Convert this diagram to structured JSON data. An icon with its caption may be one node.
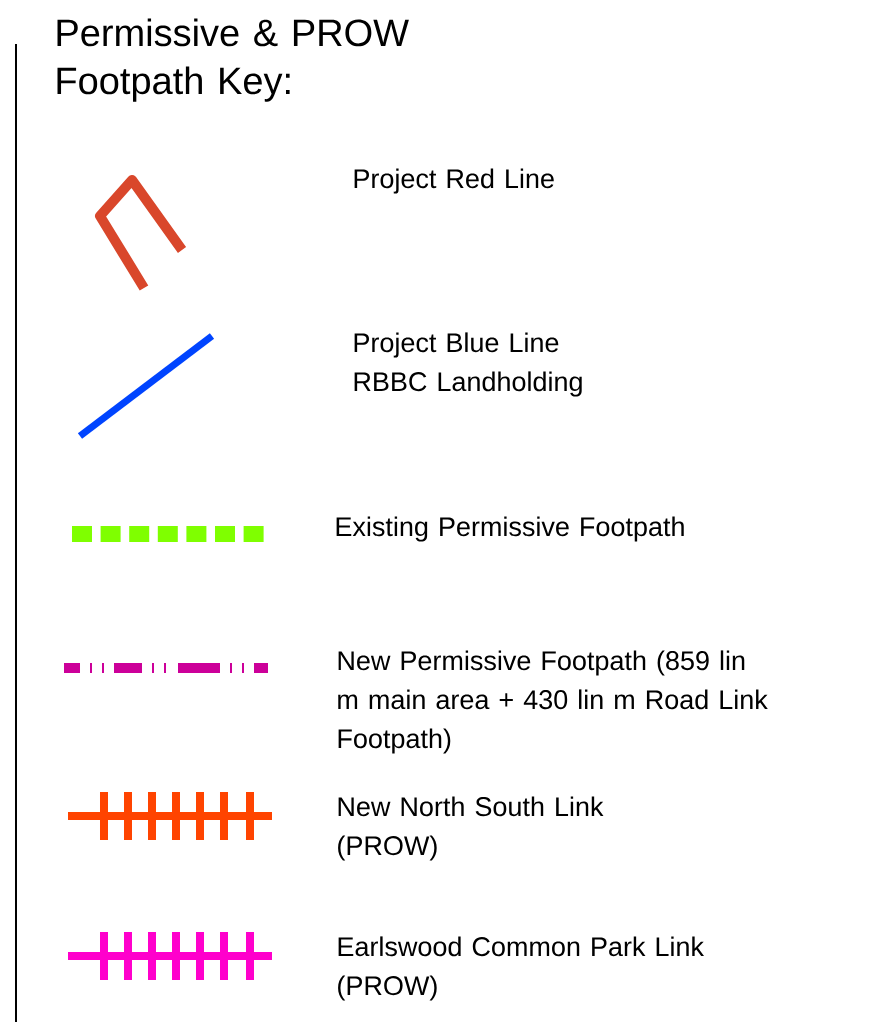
{
  "diagram": {
    "title": "Permissive & PROW Footpath Key:",
    "legend": [
      {
        "text": "Project Red Line"
      },
      {
        "text": "Project Blue Line RBBC Landholding"
      },
      {
        "text": "Existing Permissive Footpath"
      },
      {
        "text": "New Permissive Footpath (859 lin m main area + 430 lin m Road Link Footpath)"
      },
      {
        "text": "New North South Link (PROW)"
      },
      {
        "text": "Earlswood Common Park Link (PROW)"
      }
    ]
  }
}
